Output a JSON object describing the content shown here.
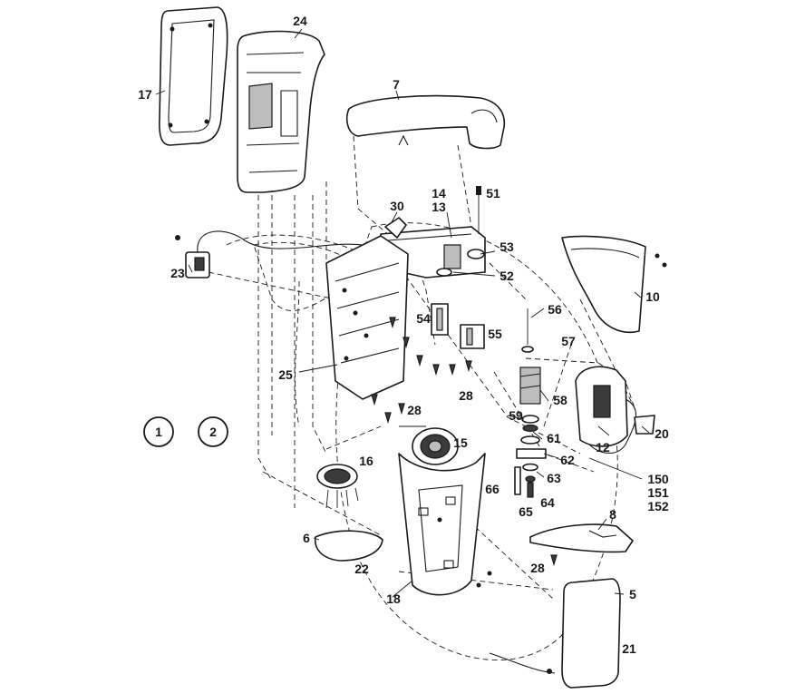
{
  "callouts": {
    "c17": "17",
    "c24": "24",
    "c7": "7",
    "c14": "14",
    "c13": "13",
    "c51": "51",
    "c30": "30",
    "c53": "53",
    "c52": "52",
    "c23": "23",
    "c10": "10",
    "c56": "56",
    "c54": "54",
    "c55": "55",
    "c57": "57",
    "c25": "25",
    "c28a": "28",
    "c28b": "28",
    "c58": "58",
    "c59": "59",
    "c61": "61",
    "c20": "20",
    "c12": "12",
    "c15": "15",
    "c16": "16",
    "c62": "62",
    "c150": "150",
    "c151": "151",
    "c152": "152",
    "c63": "63",
    "c66": "66",
    "c64": "64",
    "c65": "65",
    "c8": "8",
    "c6": "6",
    "c28c": "28",
    "c22": "22",
    "c18": "18",
    "c5": "5",
    "c21": "21"
  },
  "variants": [
    {
      "label": "1"
    },
    {
      "label": "2"
    }
  ]
}
